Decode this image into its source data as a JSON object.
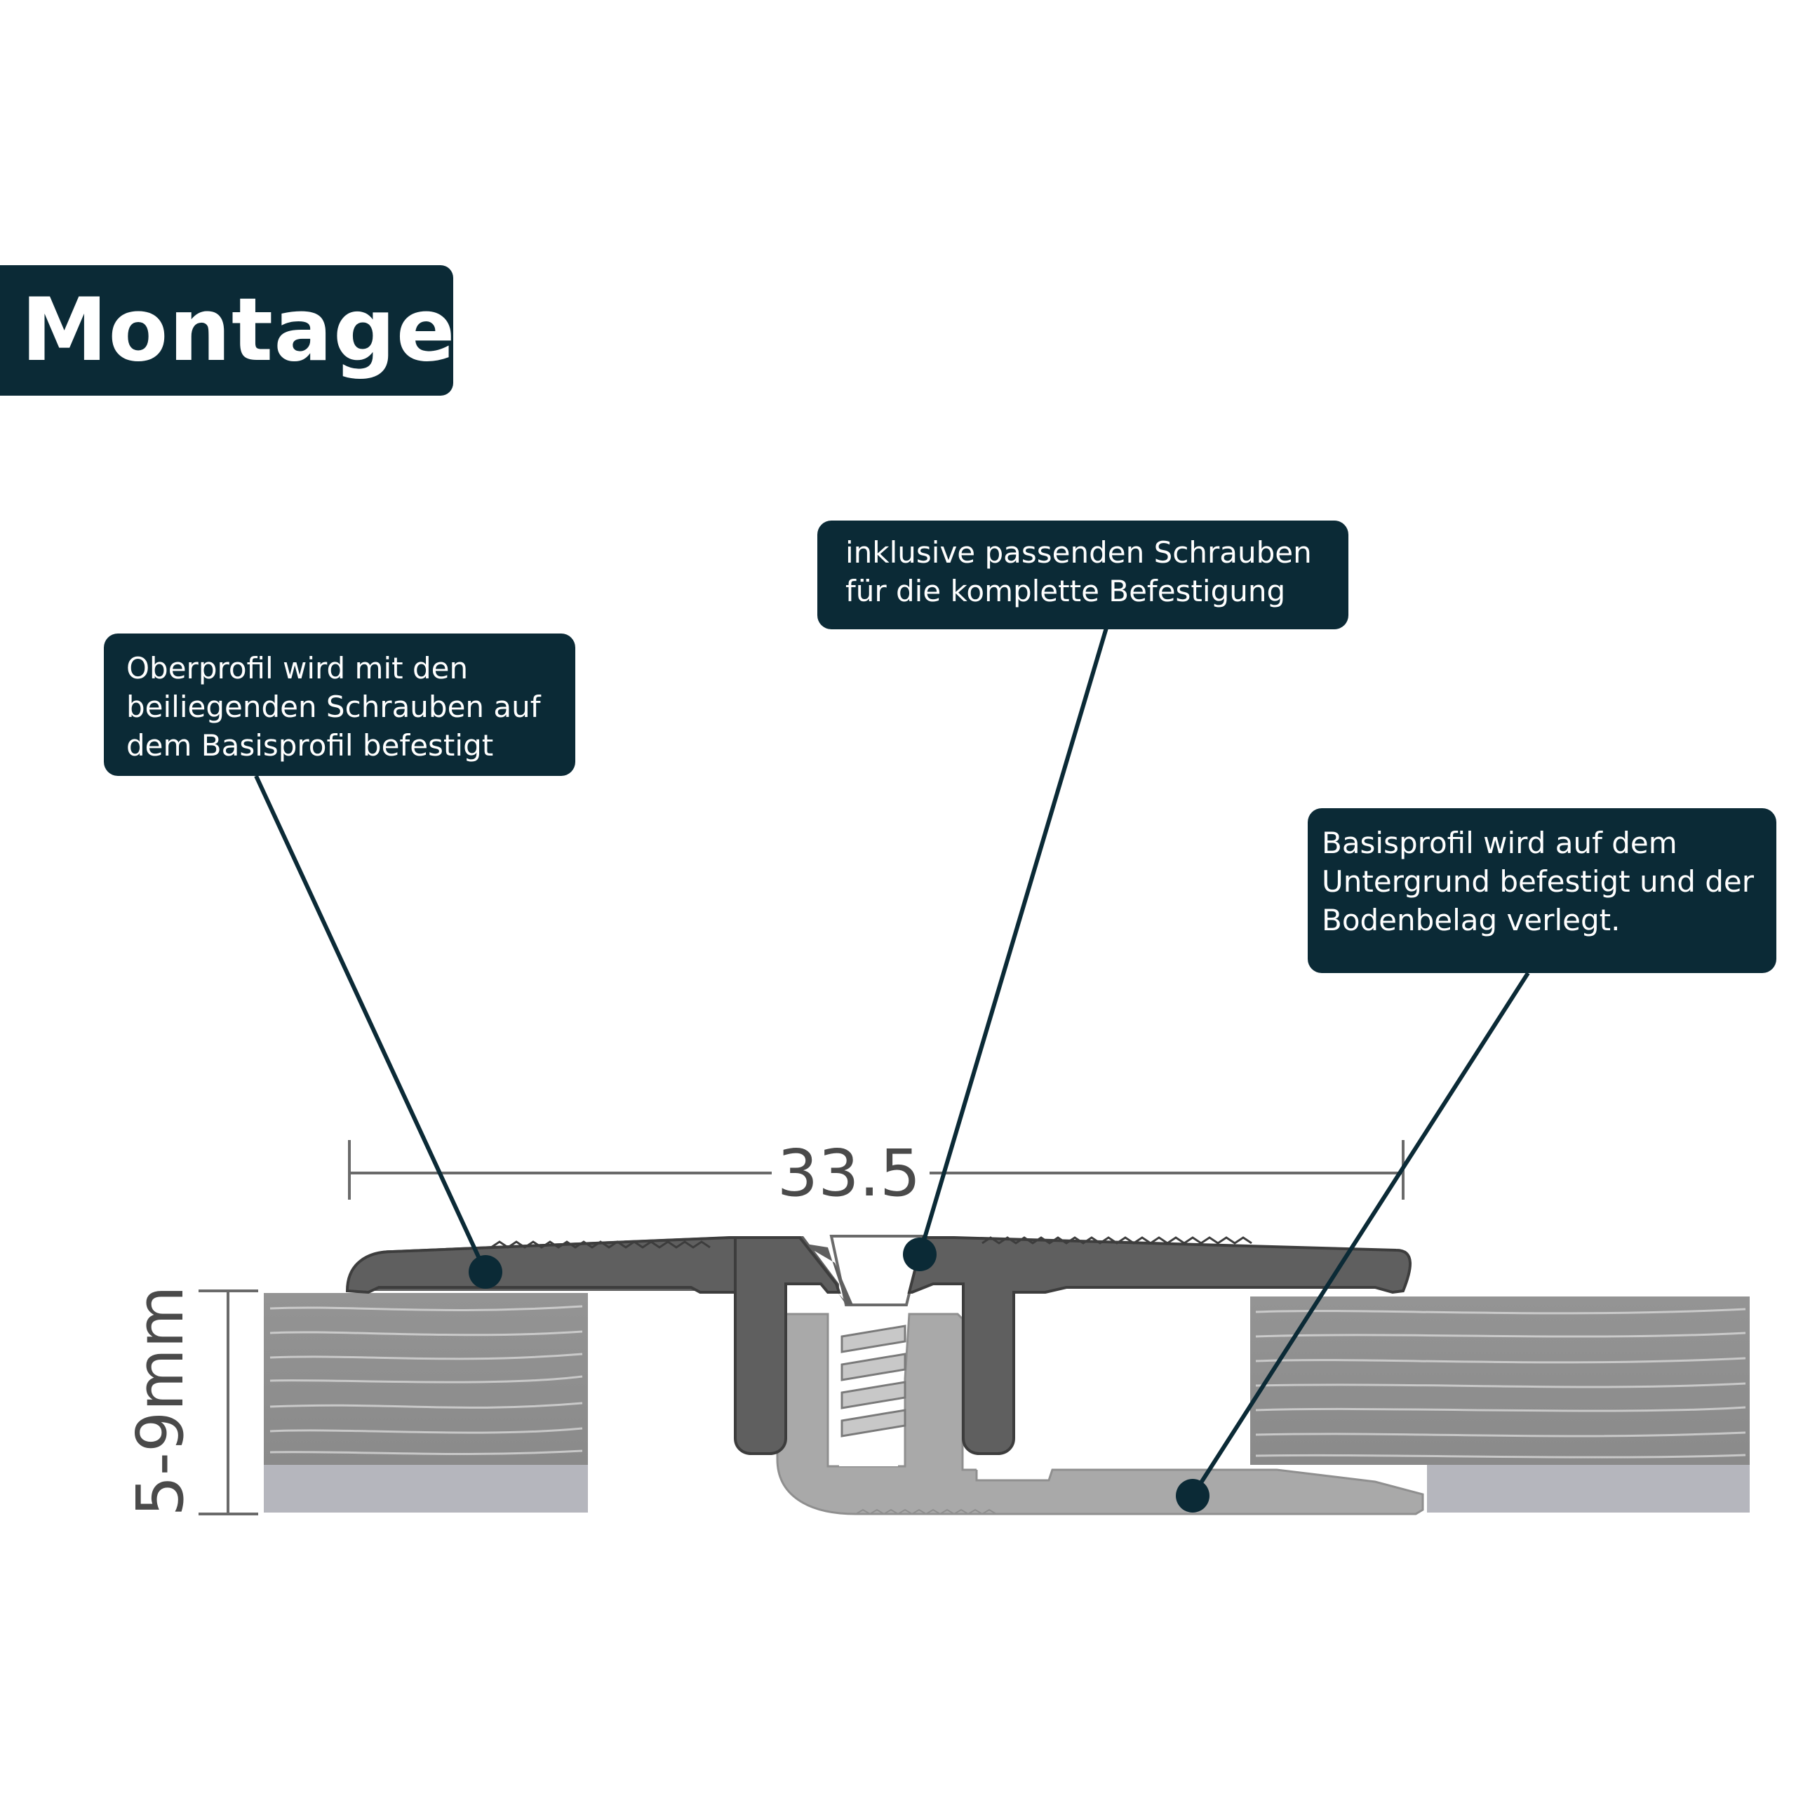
{
  "title": "Montage:",
  "callouts": {
    "top_profile": "Oberprofil wird mit den\nbeiliegenden Schrauben auf\ndem Basisprofil befestigt",
    "screws": "inklusive passenden Schrauben\nfür die komplette Befestigung",
    "base_profile": "Basisprofil wird auf dem\nUntergrund befestigt und der\nBodenbelag verlegt."
  },
  "dimensions": {
    "width": "33.5",
    "height_range": "5-9mm"
  },
  "colors": {
    "callout_bg": "#0b2a36",
    "top_profile": "#5f5f5f",
    "base_profile": "#a8a8a8",
    "floor": "#8e8e8e",
    "underlay": "#b5b6bd"
  }
}
